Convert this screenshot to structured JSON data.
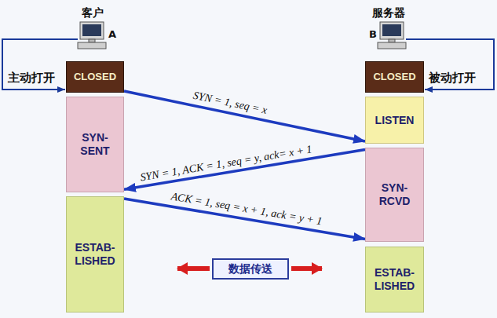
{
  "diagram": {
    "nodes": [
      {
        "text": [
          "CLOSED"
        ]
      },
      {
        "text": [
          "CLOSED"
        ]
      },
      {
        "text": [
          "SYN- SENT"
        ]
      },
      {
        "text": [
          "LISTEN"
        ]
      },
      {
        "text": [
          "SYN- RCVD"
        ]
      },
      {
        "text": [
          "ESTAB- LISHED"
        ]
      },
      {
        "text": [
          "ESTAB- LISHED"
        ]
      },
      {
        "text": [
          "数据传送"
        ]
      }
    ],
    "edges": [
      {
        "from": 0,
        "to": 3,
        "arrow": "to",
        "label": "SYN = 1, seq = x"
      },
      {
        "from": 4,
        "to": 2,
        "arrow": "to",
        "label": "SYN = 1, ACK = 1, seq = y, ack= x + 1"
      },
      {
        "from": 5,
        "to": 4,
        "arrow": "to",
        "label": "ACK = 1, seq = x + 1, ack = y + 1"
      }
    ],
    "labels": [
      "客户",
      "服务器",
      "A",
      "B",
      "主动打开",
      "被动打开"
    ]
  }
}
